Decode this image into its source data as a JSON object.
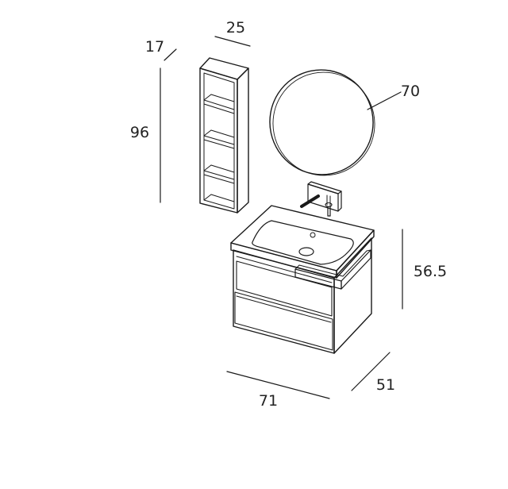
{
  "dimensions": {
    "shelf_depth": "17",
    "shelf_width": "25",
    "shelf_height": "96",
    "mirror_diameter": "70",
    "cabinet_height": "56.5",
    "cabinet_width": "71",
    "cabinet_depth": "51"
  },
  "colors": {
    "line": "#1a1a1a",
    "text": "#222222",
    "background": "#ffffff"
  }
}
